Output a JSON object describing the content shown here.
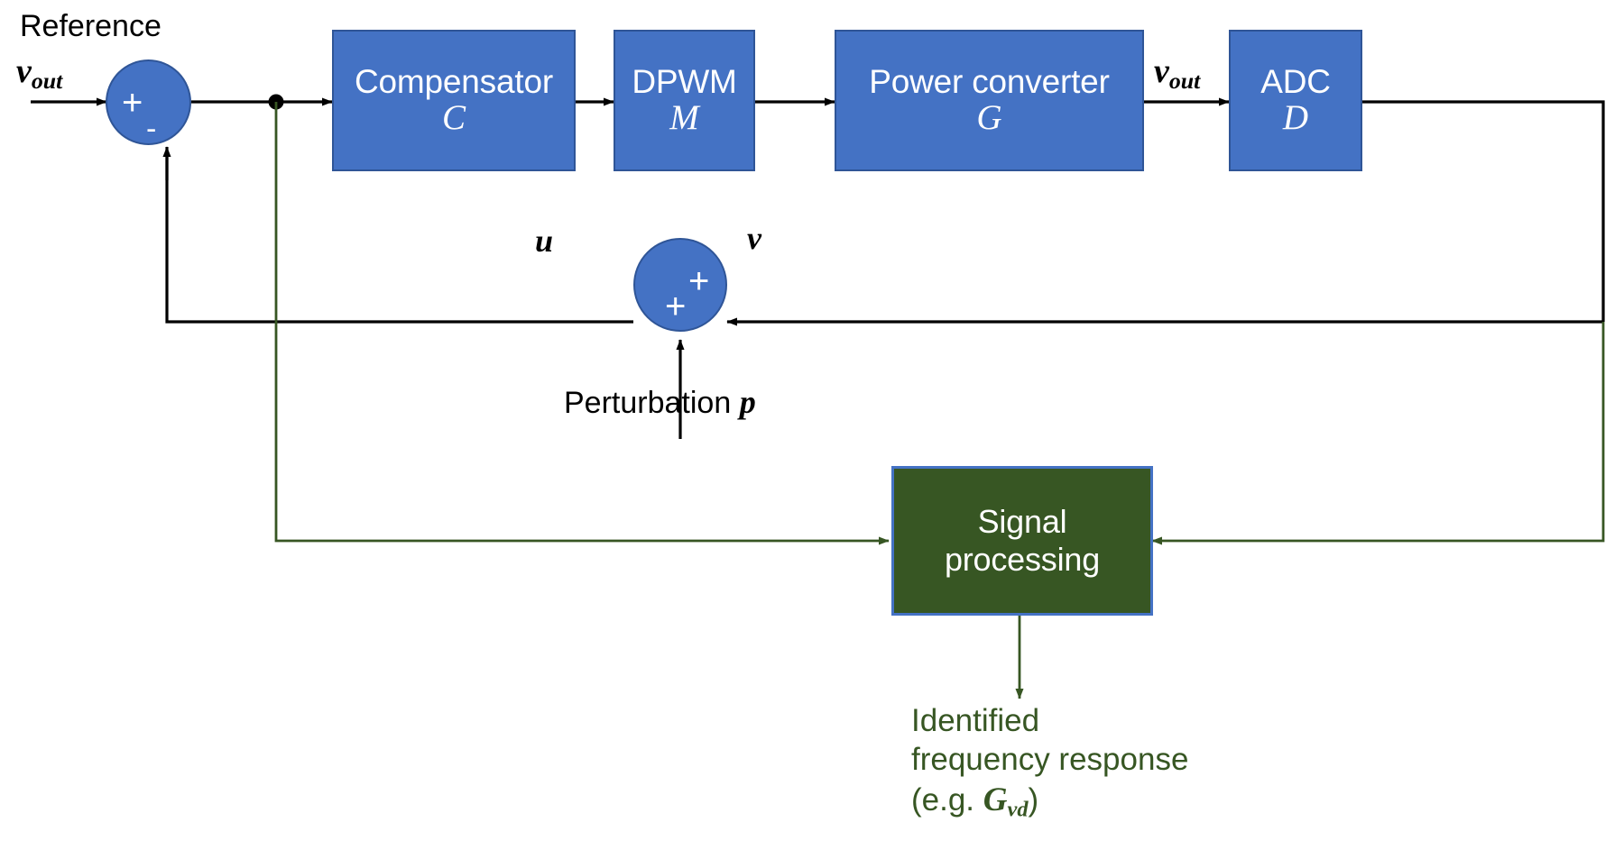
{
  "diagram": {
    "title": "Digital control loop with signal-injection based frequency response identification",
    "colors": {
      "block_fill": "#4472C4",
      "block_stroke": "#2F5597",
      "signal_processing_fill": "#375623",
      "signal_processing_stroke": "#4472C4",
      "wire_black": "#000000",
      "wire_green": "#375623",
      "text_on_block": "#FFFFFF",
      "text_green": "#375623"
    },
    "labels": {
      "reference": "Reference",
      "reference_symbol": "v",
      "reference_symbol_sub": "out",
      "plant_output_symbol": "v",
      "plant_output_symbol_sub": "out",
      "u_signal": "u",
      "v_signal": "v",
      "perturbation": "Perturbation",
      "perturbation_symbol": "p",
      "sign_plus": "+",
      "sign_minus": "-"
    },
    "blocks": [
      {
        "id": "compensator",
        "title": "Compensator",
        "symbol": "C"
      },
      {
        "id": "dpwm",
        "title": "DPWM",
        "symbol": "M"
      },
      {
        "id": "power_converter",
        "title": "Power converter",
        "symbol": "G"
      },
      {
        "id": "adc",
        "title": "ADC",
        "symbol": "D"
      }
    ],
    "signal_processing": {
      "line1": "Signal",
      "line2": "processing"
    },
    "output_note": {
      "line1": "Identified",
      "line2": "frequency response",
      "line3_prefix": "(e.g. ",
      "line3_symbol": "G",
      "line3_symbol_sub": "vd",
      "line3_suffix": ")"
    }
  }
}
